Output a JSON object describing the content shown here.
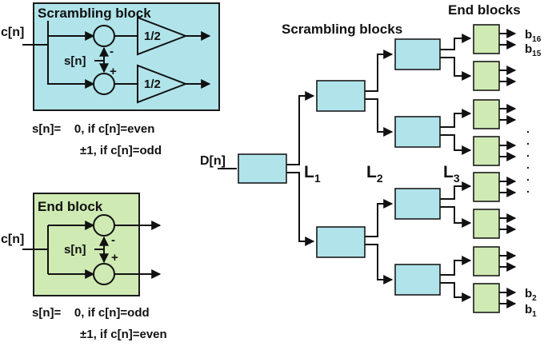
{
  "scrambling_block": {
    "title": "Scrambling block",
    "input_label": "c[n]",
    "s_label": "s[n]",
    "minus": "-",
    "plus": "+",
    "gain": "1/2",
    "rule_line1": "s[n]=    0, if c[n]=even",
    "rule_line2": "±1, if c[n]=odd"
  },
  "end_block": {
    "title": "End block",
    "input_label": "c[n]",
    "s_label": "s[n]",
    "minus": "-",
    "plus": "+",
    "rule_line1": "s[n]=    0, if c[n]=odd",
    "rule_line2": "±1, if c[n]=even"
  },
  "tree": {
    "input_label": "D[n]",
    "scrambling_blocks_label": "Scrambling blocks",
    "end_blocks_label": "End blocks",
    "levels": [
      {
        "letter": "L",
        "sub": "1"
      },
      {
        "letter": "L",
        "sub": "2"
      },
      {
        "letter": "L",
        "sub": "3"
      }
    ],
    "outputs": [
      {
        "base": "b",
        "sub": "16"
      },
      {
        "base": "b",
        "sub": "15"
      },
      {
        "base": "b",
        "sub": "2"
      },
      {
        "base": "b",
        "sub": "1"
      }
    ],
    "ellipsis": "."
  },
  "colors": {
    "scrambling_fill": "#b0e4ea",
    "end_fill": "#cfeab3",
    "line": "#111111"
  }
}
